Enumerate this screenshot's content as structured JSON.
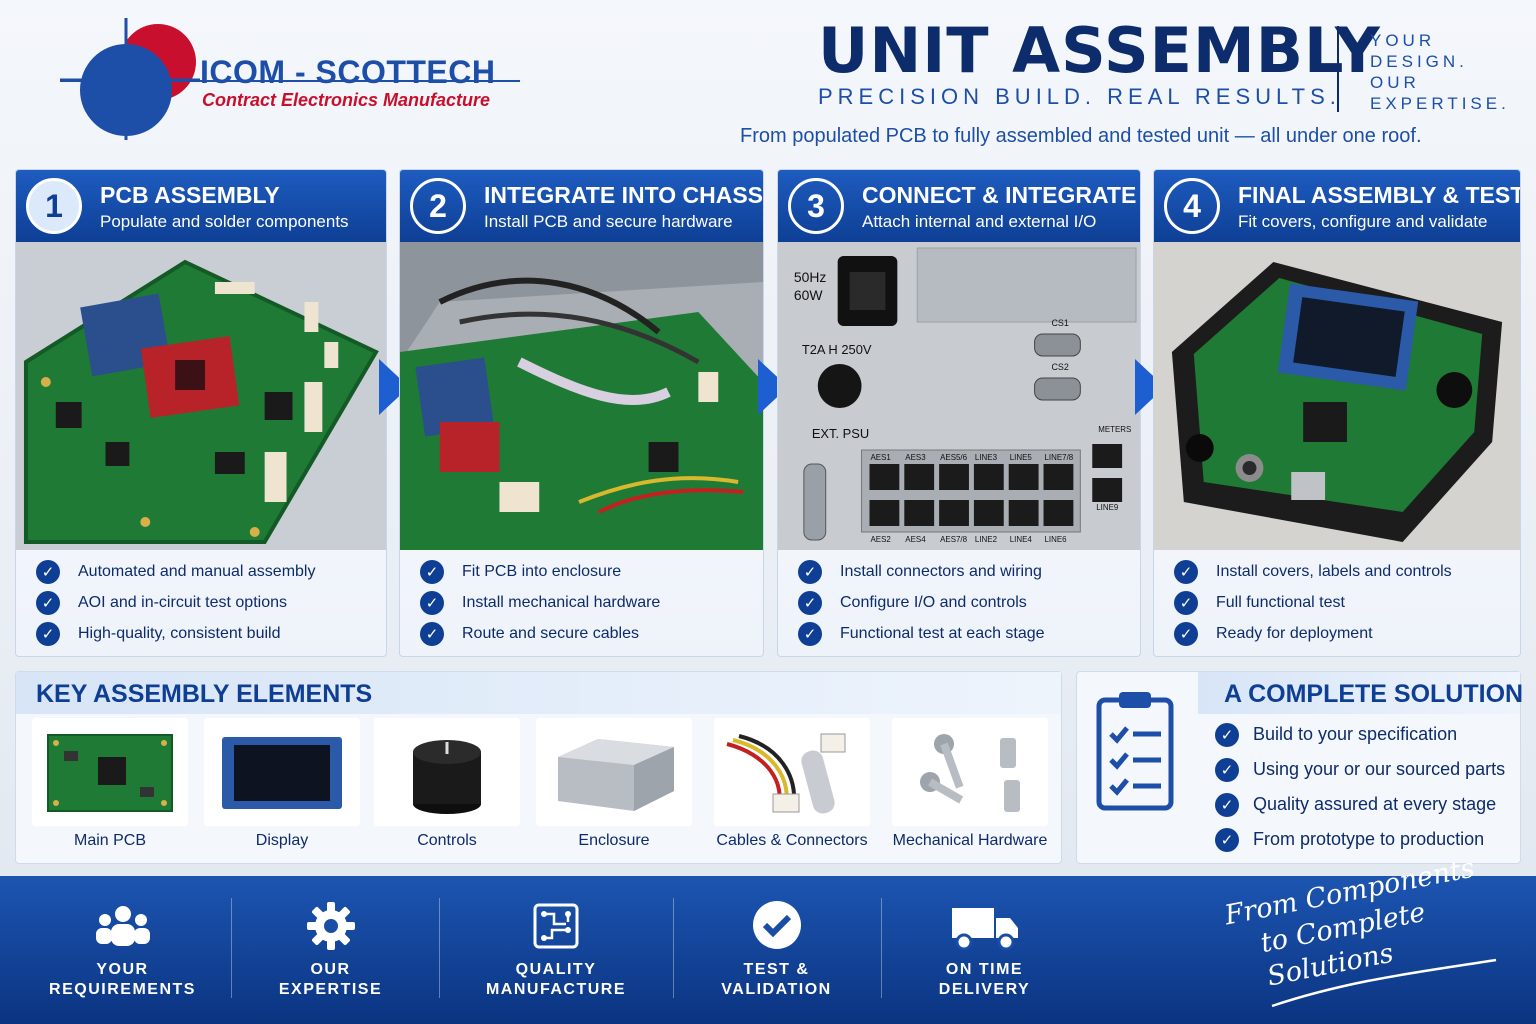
{
  "brand": {
    "name": "ICOM - SCOTTECH",
    "subtitle": "Contract Electronics Manufacture",
    "colors": {
      "blue": "#1d4ea8",
      "red": "#c8102e",
      "navy": "#0d2c6b"
    }
  },
  "hero": {
    "title": "UNIT ASSEMBLY",
    "tagline": "PRECISION BUILD. REAL RESULTS.",
    "side_lines": [
      "YOUR",
      "DESIGN.",
      "OUR",
      "EXPERTISE."
    ],
    "description": "From populated PCB to fully assembled and tested unit — all under one roof."
  },
  "steps": [
    {
      "number": "1",
      "title": "PCB ASSEMBLY",
      "subtitle": "Populate and solder components",
      "image": "populated-pcb-photo",
      "bullets": [
        "Automated and manual assembly",
        "AOI and in-circuit test options",
        "High-quality, consistent build"
      ]
    },
    {
      "number": "2",
      "title": "INTEGRATE INTO CHASSIS",
      "subtitle": "Install PCB and secure hardware",
      "image": "pcb-in-chassis-photo",
      "bullets": [
        "Fit PCB into enclosure",
        "Install mechanical hardware",
        "Route and secure cables"
      ]
    },
    {
      "number": "3",
      "title": "CONNECT & INTEGRATE",
      "subtitle": "Attach internal and external I/O",
      "image": "rear-panel-photo",
      "bullets": [
        "Install connectors and wiring",
        "Configure I/O and controls",
        "Functional test at each stage"
      ],
      "panel_labels": {
        "rating": "50Hz",
        "power": "60W",
        "fuse": "T2A H 250V",
        "psu": "EXT. PSU",
        "cs1": "CS1",
        "cs2": "CS2",
        "meters": "METERS",
        "line9": "LINE9",
        "top_ports": [
          "AES1",
          "AES3",
          "AES5/6",
          "LINE3",
          "LINE5",
          "LINE7/8"
        ],
        "bottom_ports": [
          "AES2",
          "AES4",
          "AES7/8",
          "LINE2",
          "LINE4",
          "LINE6"
        ]
      }
    },
    {
      "number": "4",
      "title": "FINAL ASSEMBLY & TEST",
      "subtitle": "Fit covers, configure and validate",
      "image": "finished-unit-photo",
      "bullets": [
        "Install covers, labels and controls",
        "Full functional test",
        "Ready for deployment"
      ]
    }
  ],
  "key_elements": {
    "title": "KEY ASSEMBLY ELEMENTS",
    "items": [
      {
        "label": "Main PCB",
        "icon": "pcb-icon"
      },
      {
        "label": "Display",
        "icon": "display-icon"
      },
      {
        "label": "Controls",
        "icon": "knob-icon"
      },
      {
        "label": "Enclosure",
        "icon": "enclosure-icon"
      },
      {
        "label": "Cables & Connectors",
        "icon": "cable-icon"
      },
      {
        "label": "Mechanical Hardware",
        "icon": "screw-icon"
      }
    ]
  },
  "solution": {
    "title": "A COMPLETE SOLUTION",
    "icon": "clipboard-checklist-icon",
    "bullets": [
      "Build to your specification",
      "Using your or our sourced parts",
      "Quality assured at every stage",
      "From prototype to production"
    ]
  },
  "footer": {
    "features": [
      {
        "lines": [
          "YOUR",
          "REQUIREMENTS"
        ],
        "icon": "people-icon"
      },
      {
        "lines": [
          "OUR",
          "EXPERTISE"
        ],
        "icon": "gear-icon"
      },
      {
        "lines": [
          "QUALITY",
          "MANUFACTURE"
        ],
        "icon": "circuit-icon"
      },
      {
        "lines": [
          "TEST &",
          "VALIDATION"
        ],
        "icon": "checkmark-icon"
      },
      {
        "lines": [
          "ON TIME",
          "DELIVERY"
        ],
        "icon": "truck-icon"
      }
    ],
    "slogan_lines": [
      "From Components",
      "to Complete Solutions"
    ]
  }
}
